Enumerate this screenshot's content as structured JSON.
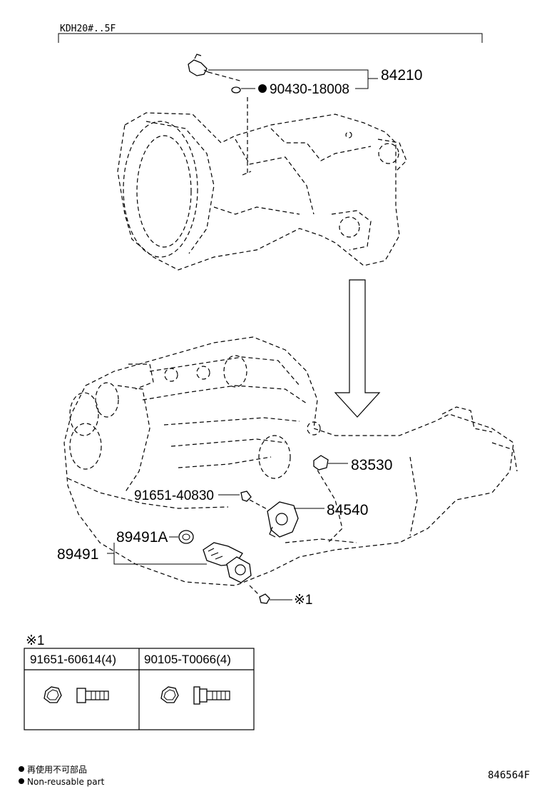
{
  "header": {
    "model_code": "KDH20#..5F"
  },
  "parts": {
    "p84210": "84210",
    "p90430": "90430-18008",
    "p83530": "83530",
    "p91651_40830": "91651-40830",
    "p84540": "84540",
    "p89491A": "89491A",
    "p89491": "89491",
    "ref_mark": "※1"
  },
  "table": {
    "mark": "※1",
    "col1": "91651-60614(4)",
    "col2": "90105-T0066(4)"
  },
  "legend": {
    "line1": "再使用不可部品",
    "line2": "Non-reusable part"
  },
  "footer": {
    "diagram_id": "846564F"
  }
}
